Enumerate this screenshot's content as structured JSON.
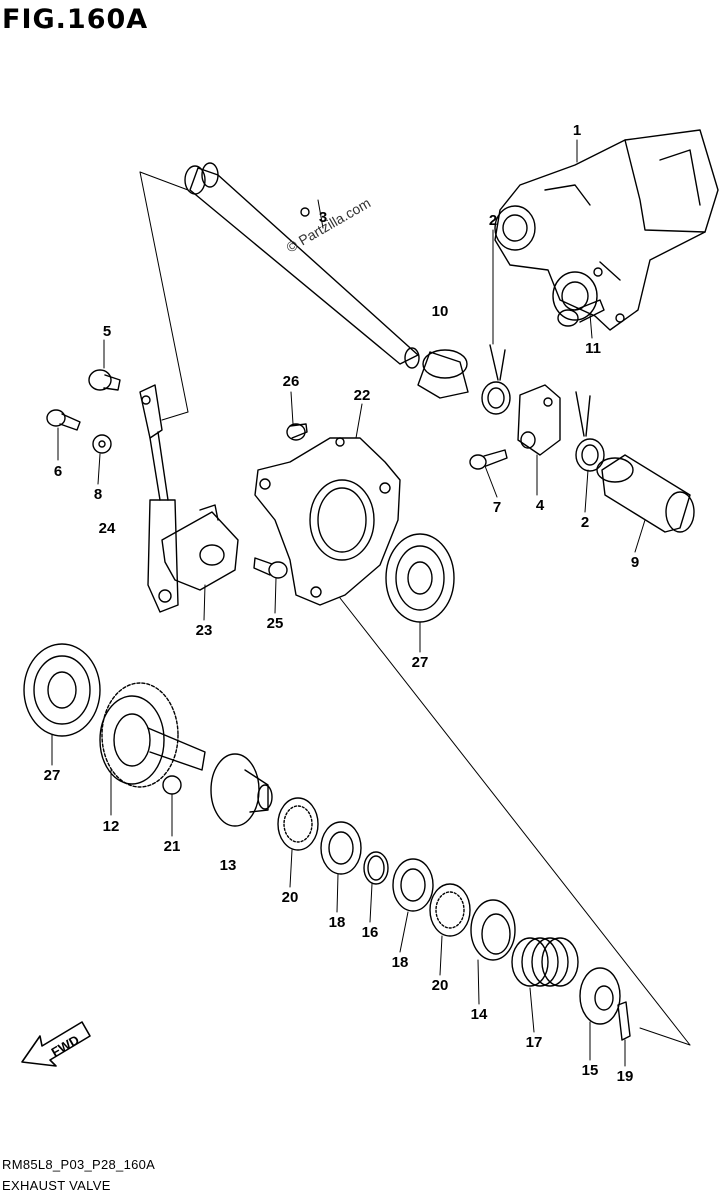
{
  "figure": {
    "title": "FIG.160A"
  },
  "watermark": "© Partzilla.com",
  "footer": {
    "code": "RM85L8_P03_P28_160A",
    "caption": "EXHAUST VALVE"
  },
  "fwd_label": "FWD",
  "callouts": [
    {
      "id": "c1",
      "label": "1"
    },
    {
      "id": "c2a",
      "label": "2"
    },
    {
      "id": "c2b",
      "label": "2"
    },
    {
      "id": "c3",
      "label": "3"
    },
    {
      "id": "c4",
      "label": "4"
    },
    {
      "id": "c5",
      "label": "5"
    },
    {
      "id": "c6",
      "label": "6"
    },
    {
      "id": "c7",
      "label": "7"
    },
    {
      "id": "c8",
      "label": "8"
    },
    {
      "id": "c9",
      "label": "9"
    },
    {
      "id": "c10",
      "label": "10"
    },
    {
      "id": "c11",
      "label": "11"
    },
    {
      "id": "c12",
      "label": "12"
    },
    {
      "id": "c13",
      "label": "13"
    },
    {
      "id": "c14",
      "label": "14"
    },
    {
      "id": "c15",
      "label": "15"
    },
    {
      "id": "c16",
      "label": "16"
    },
    {
      "id": "c17",
      "label": "17"
    },
    {
      "id": "c18a",
      "label": "18"
    },
    {
      "id": "c18b",
      "label": "18"
    },
    {
      "id": "c19",
      "label": "19"
    },
    {
      "id": "c20a",
      "label": "20"
    },
    {
      "id": "c20b",
      "label": "20"
    },
    {
      "id": "c21",
      "label": "21"
    },
    {
      "id": "c22",
      "label": "22"
    },
    {
      "id": "c23",
      "label": "23"
    },
    {
      "id": "c24",
      "label": "24"
    },
    {
      "id": "c25",
      "label": "25"
    },
    {
      "id": "c26",
      "label": "26"
    },
    {
      "id": "c27a",
      "label": "27"
    },
    {
      "id": "c27b",
      "label": "27"
    }
  ]
}
